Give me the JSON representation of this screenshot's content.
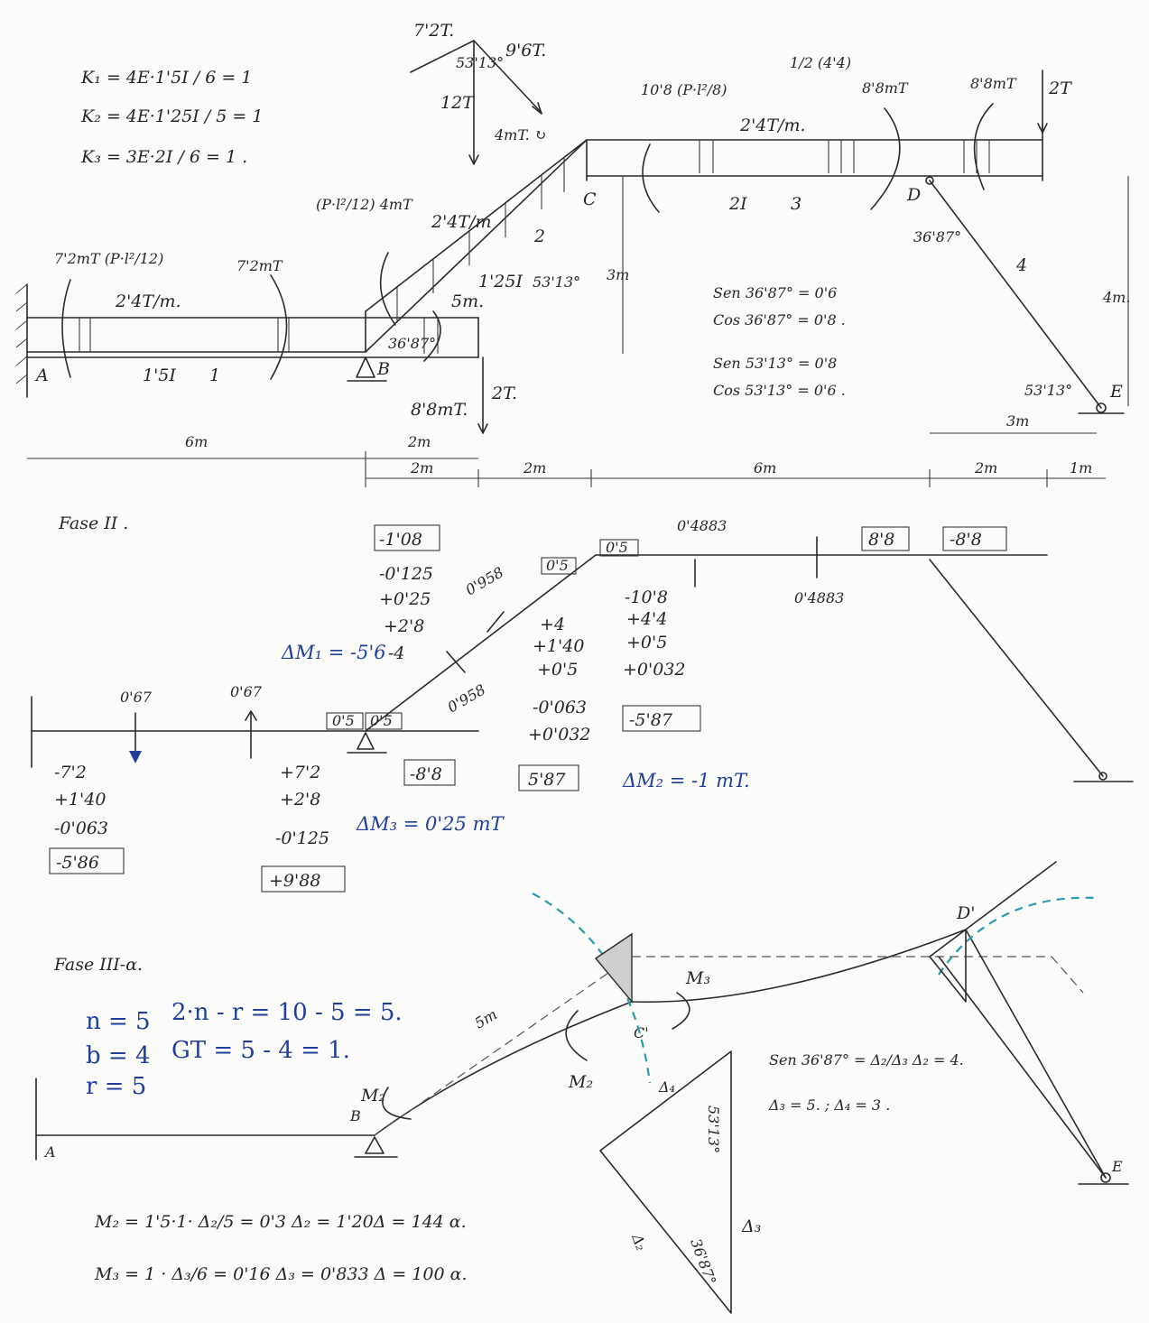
{
  "stiffness": {
    "k1": "K₁ = 4E·1'5I / 6 = 1",
    "k2": "K₂ = 4E·1'25I / 5 = 1",
    "k3": "K₃ = 3E·2I / 6 = 1 ."
  },
  "frame": {
    "nodes": [
      "A",
      "B",
      "C",
      "D",
      "E"
    ],
    "bars": [
      "1",
      "2",
      "3",
      "4"
    ],
    "bar1_section": "1'5I",
    "bar2_section": "1'25I",
    "bar2_length": "5m.",
    "bar3_section": "2I",
    "load_ab": "2'4T/m.",
    "load_bc": "2'4T/m",
    "load_cd": "2'4T/m.",
    "moment_ab_left": "7'2mT (P·l²/12)",
    "moment_ab_right": "7'2mT",
    "moment_b_cant": "8'8mT.",
    "point_b": "2T.",
    "fem_bc": "(P·l²/12) 4mT",
    "fem_bc_right": "4mT. ↻",
    "top_force_72": "7'2T.",
    "top_force_12": "12T",
    "top_force_96": "9'6T.",
    "top_angle": "53'13°",
    "fem_cd_left": "10'8 (P·l²/8)",
    "fem_cd_mid": "1/2 (4'4)",
    "fem_cd_mid_val": "8'8mT",
    "fem_d_right": "8'8mT",
    "point_end": "2T",
    "angle_c": "53'13°",
    "height_c": "3m",
    "angle_b": "36'87°",
    "angle_d": "36'87°",
    "angle_e": "53'13°",
    "height_e": "4m.",
    "span_ab": "6m",
    "span_cant_b": "2m",
    "span_bc1": "2m",
    "span_bc2": "2m",
    "span_cd": "6m",
    "span_d1": "2m",
    "span_d2": "1m",
    "span_de": "3m",
    "trig": [
      "Sen 36'87° = 0'6",
      "Cos 36'87° = 0'8 .",
      "Sen 53'13° = 0'8",
      "Cos 53'13° = 0'6 ."
    ]
  },
  "phase2": {
    "label": "Fase II .",
    "a_values": [
      "-7'2",
      "+1'40",
      "-0'063",
      "-5'86"
    ],
    "b_left_values": [
      "+7'2",
      "+2'8",
      "-0'125",
      "+9'88"
    ],
    "b_right_values": [
      "-8'8"
    ],
    "b_top_values": [
      "-1'08",
      "-0'125",
      "+0'25",
      "+2'8",
      "-4"
    ],
    "c_left_values": [
      "+4",
      "+1'40",
      "+0'5",
      "-0'063",
      "+0'032",
      "5'87"
    ],
    "c_right_values": [
      "-10'8",
      "+4'4",
      "+0'5",
      "+0'032",
      "-5'87"
    ],
    "d_values": [
      "8'8",
      "-8'8"
    ],
    "dist_factor": "0'5",
    "reaction_67a": "0'67",
    "reaction_67b": "0'67",
    "reaction_958a": "0'958",
    "reaction_958b": "0'958",
    "reaction_4883a": "0'4883",
    "reaction_4883b": "0'4883",
    "dm1": "ΔM₁ = -5'6",
    "dm2": "ΔM₂ = -1 mT.",
    "dm3": "ΔM₃ = 0'25 mT"
  },
  "phase3": {
    "label": "Fase III-α.",
    "n": "n = 5",
    "b": "b = 4",
    "r": "r = 5",
    "eq1": "2·n - r = 10 - 5 = 5.",
    "eq2": "GT = 5 - 4 = 1.",
    "m2": "M₂",
    "m3": "M₃",
    "length": "5m",
    "sin_eq": "Sen 36'87° = Δ₂/Δ₃  Δ₂ = 4.",
    "d3d4": "Δ₃ = 5. ; Δ₄ = 3 .",
    "tri_angle1": "53'13°",
    "tri_angle2": "36'87°",
    "tri_d4": "Δ₄",
    "tri_d2": "Δ₂",
    "tri_d3": "Δ₃",
    "m2_formula": "M₂ = 1'5·1· Δ₂/5 = 0'3 Δ₂ = 1'20Δ = 144 α.",
    "m3_formula": "M₃ = 1 · Δ₃/6 = 0'16 Δ₃ = 0'833 Δ = 100 α."
  }
}
